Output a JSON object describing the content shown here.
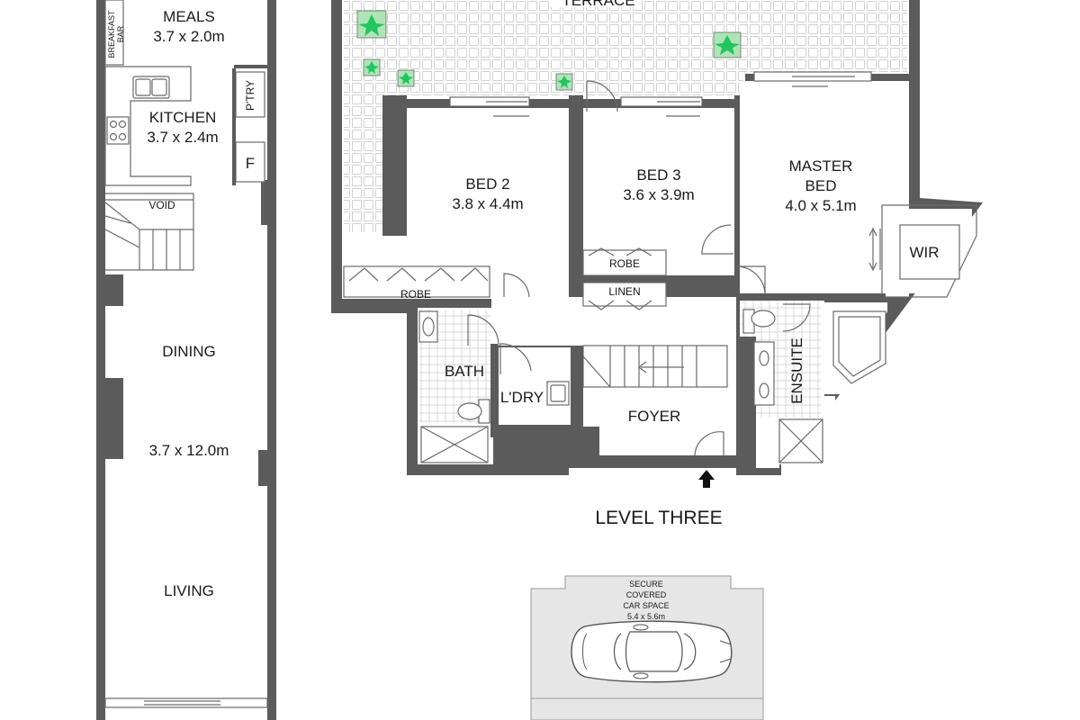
{
  "level_title": "LEVEL THREE",
  "left_plan": {
    "meals": {
      "name": "MEALS",
      "size": "3.7 x 2.0m"
    },
    "breakfast_bar": {
      "line1": "BREAKFAST",
      "line2": "BAR"
    },
    "pantry": "P'TRY",
    "kitchen": {
      "name": "KITCHEN",
      "size": "3.7 x 2.4m"
    },
    "fridge": "F",
    "void": "VOID",
    "dining": "DINING",
    "living_size": "3.7 x 12.0m",
    "living": "LIVING"
  },
  "right_plan": {
    "terrace": "TERRACE",
    "bed2": {
      "name": "BED 2",
      "size": "3.8 x 4.4m"
    },
    "bed3": {
      "name": "BED 3",
      "size": "3.6 x 3.9m"
    },
    "master": {
      "line1": "MASTER",
      "line2": "BED",
      "size": "4.0 x 5.1m"
    },
    "wir": "WIR",
    "robe_bed2": "ROBE",
    "robe_bed3": "ROBE",
    "linen": "LINEN",
    "bath": "BATH",
    "laundry": "L'DRY",
    "foyer": "FOYER",
    "ensuite": "ENSUITE"
  },
  "car_space": {
    "line1": "SECURE",
    "line2": "COVERED",
    "line3": "CAR SPACE",
    "size": "5.4 x 5.6m"
  },
  "colors": {
    "wall": "#5b5b5b",
    "plant": "#22c55e",
    "car_space_fill": "#e6e6e6",
    "terrace_grid": "#d2d2d2"
  },
  "icons": [
    "entry-arrow-icon",
    "plant-icon",
    "car-icon",
    "sink-icon",
    "cooktop-icon",
    "toilet-icon",
    "shower-icon",
    "bathtub-icon"
  ]
}
